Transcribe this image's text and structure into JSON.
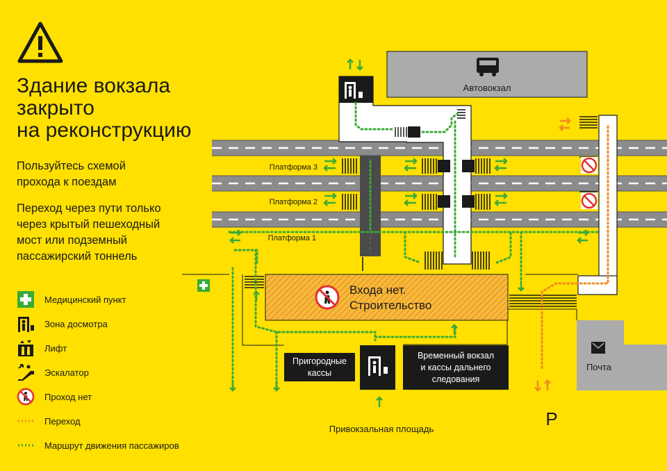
{
  "title": "Здание вокзала\nзакрыто\nна реконструкцию",
  "info_1": "Пользуйтесь схемой\nпрохода к поездам",
  "info_2": "Переход через пути только\nчерез крытый пешеходный\nмост или подземный\nпассажирский тоннель",
  "legend": [
    {
      "icon": "medical-cross-icon",
      "label": "Медицинский пункт"
    },
    {
      "icon": "security-screening-icon",
      "label": "Зона досмотра"
    },
    {
      "icon": "elevator-icon",
      "label": "Лифт"
    },
    {
      "icon": "escalator-icon",
      "label": "Эскалатор"
    },
    {
      "icon": "no-entry-icon",
      "label": "Проход нет"
    },
    {
      "icon": "orange-dotted-line-icon",
      "label": "Переход"
    },
    {
      "icon": "green-dotted-line-icon",
      "label": "Маршрут движения пассажиров"
    }
  ],
  "map": {
    "bus_station": "Автовокзал",
    "platform_3": "Платформа 3",
    "platform_2": "Платформа 2",
    "platform_1": "Платформа 1",
    "construction_line1": "Входа нет.",
    "construction_line2": "Строительство",
    "suburban_line1": "Пригородные",
    "suburban_line2": "кассы",
    "temp_line1": "Временный вокзал",
    "temp_line2": "и кассы дальнего",
    "temp_line3": "следования",
    "post": "Почта",
    "square": "Привокзальная площадь",
    "parking": "P"
  },
  "colors": {
    "background": "#FFE000",
    "dark": "#1a1a1a",
    "track": "#8c8c8c",
    "building": "#ABABAB",
    "route": "#3BAA35",
    "crossing": "#F08A24",
    "no_entry": "#E2312D",
    "construction": "#F3A52C"
  }
}
